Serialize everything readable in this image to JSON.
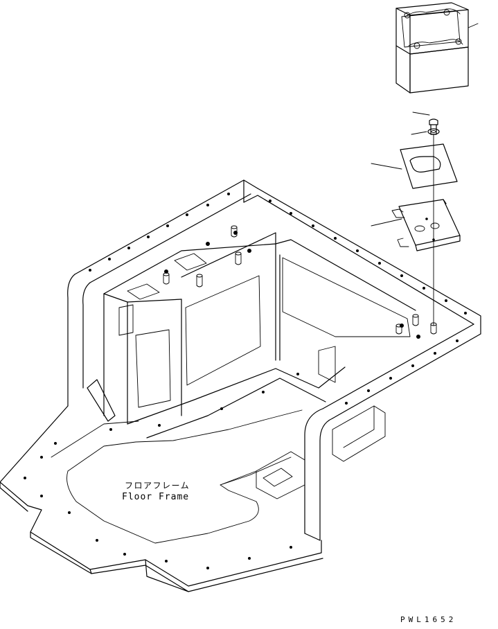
{
  "labels": {
    "frame_jp": "フロアフレーム",
    "frame_en": "Floor Frame"
  },
  "drawing_code": "PWL1652",
  "colors": {
    "line": "#000000",
    "background": "#ffffff"
  }
}
